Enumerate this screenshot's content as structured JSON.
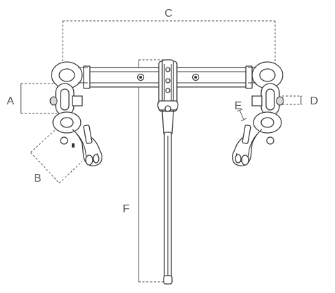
{
  "diagram": {
    "dimension_labels": {
      "A": "A",
      "B": "B",
      "C": "C",
      "D": "D",
      "E": "E",
      "F": "F"
    }
  }
}
